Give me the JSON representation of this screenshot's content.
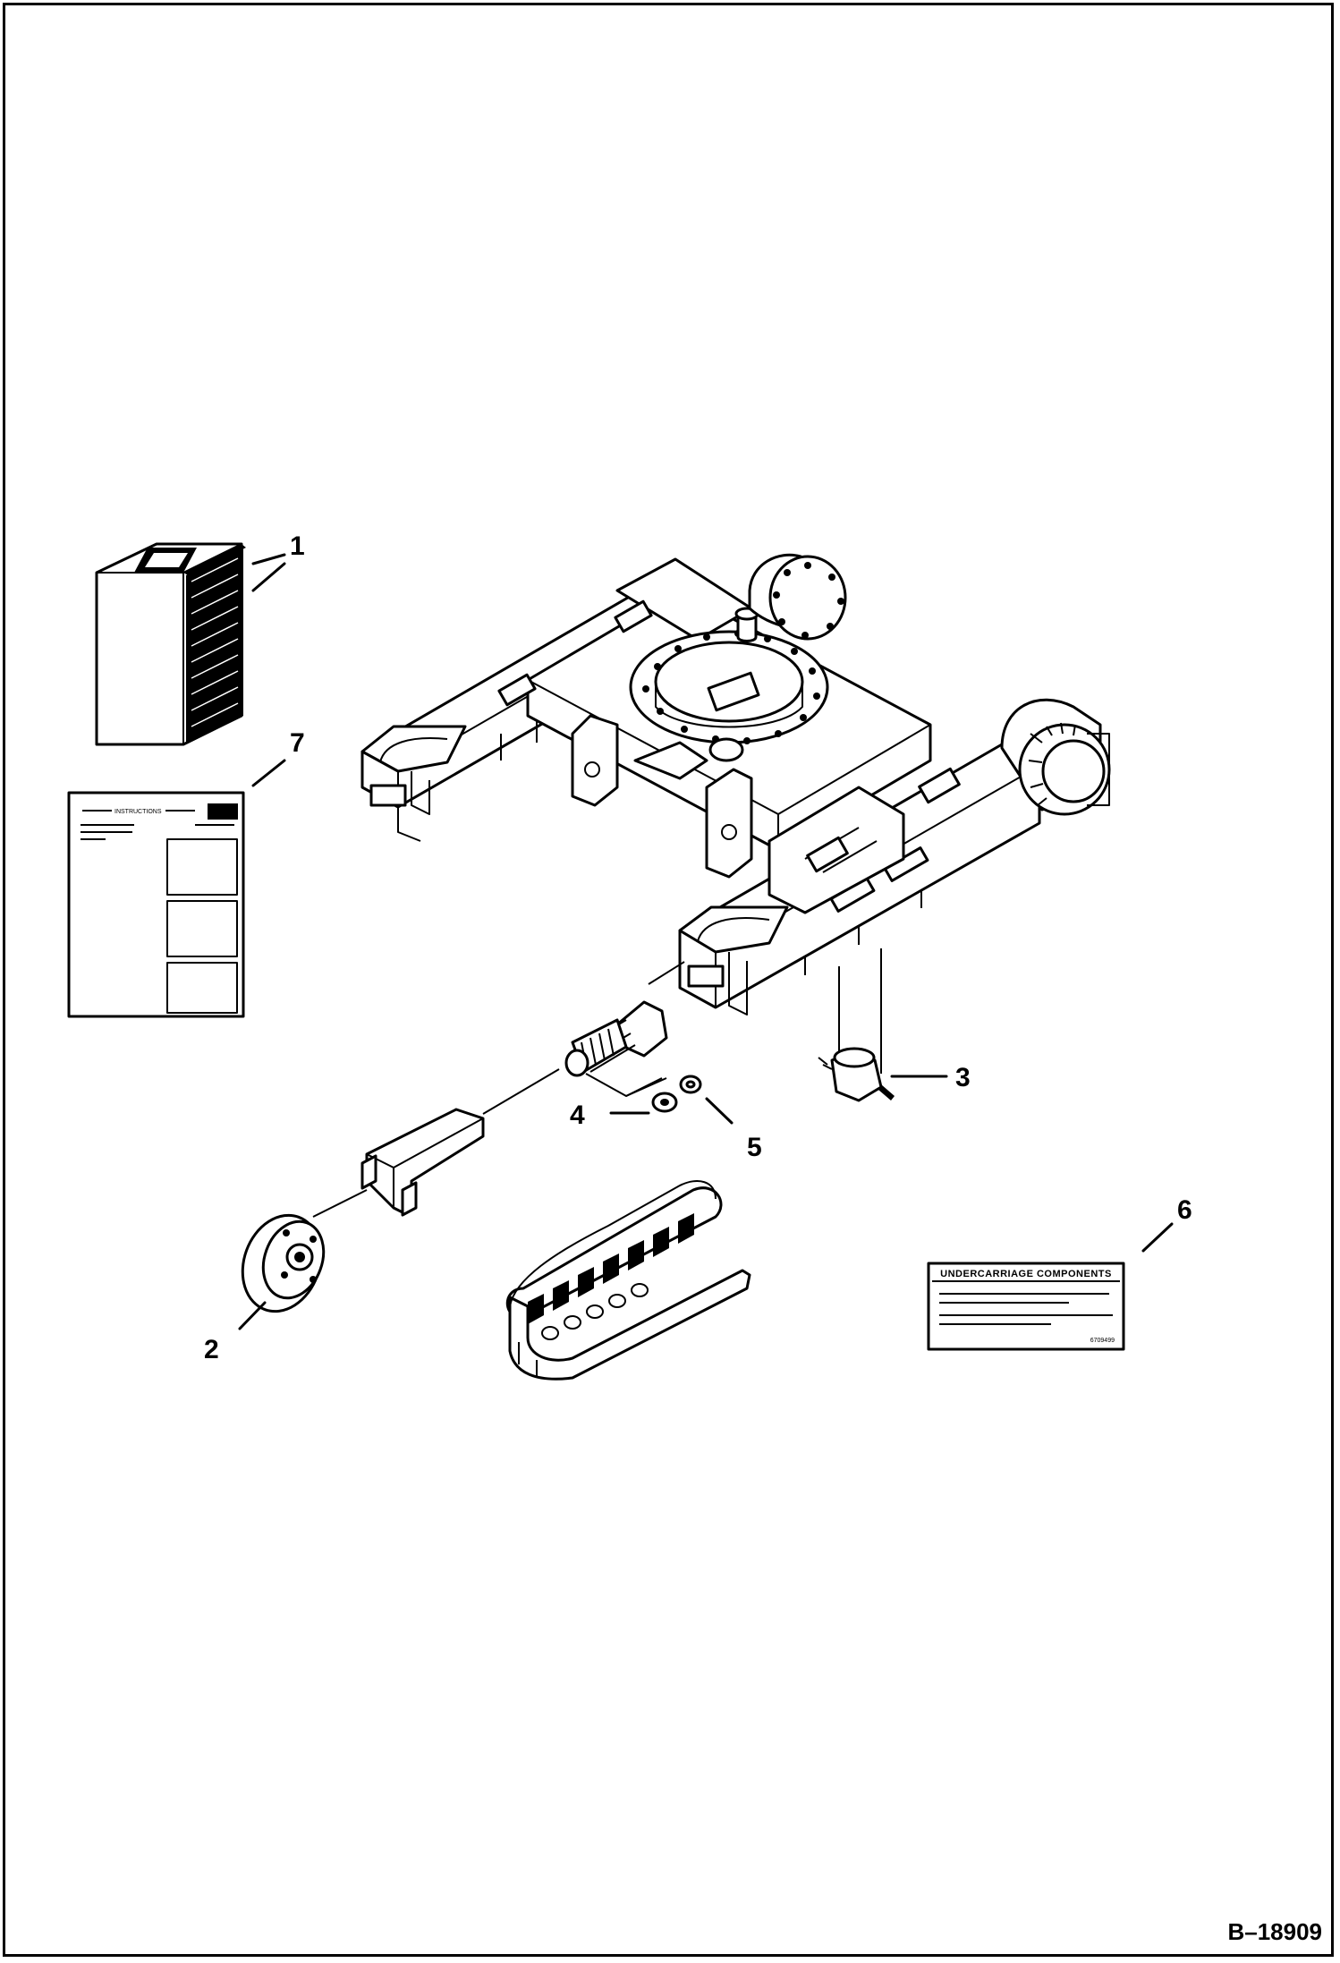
{
  "figure": {
    "reference": "B–18909"
  },
  "callouts": [
    {
      "id": "1",
      "label": "1"
    },
    {
      "id": "2",
      "label": "2"
    },
    {
      "id": "3",
      "label": "3"
    },
    {
      "id": "4",
      "label": "4"
    },
    {
      "id": "5",
      "label": "5"
    },
    {
      "id": "6",
      "label": "6"
    },
    {
      "id": "7",
      "label": "7"
    }
  ],
  "decal": {
    "title": "UNDERCARRIAGE COMPONENTS",
    "code": "6709499"
  },
  "instructions_sheet": {
    "heading": "INSTRUCTIONS"
  }
}
